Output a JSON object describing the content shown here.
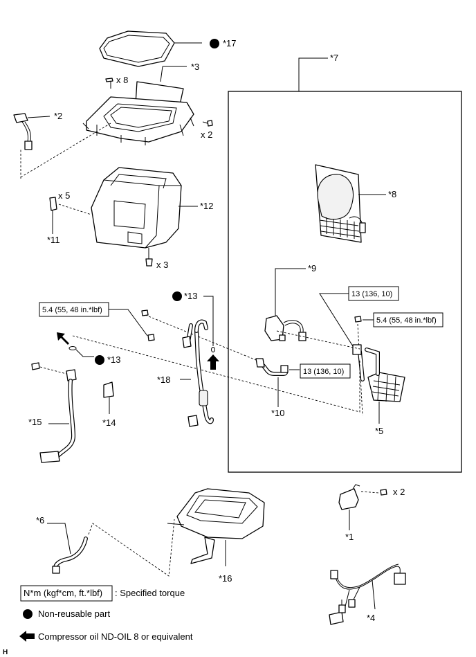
{
  "parts": {
    "p1": "*1",
    "p2": "*2",
    "p3": "*3",
    "p4": "*4",
    "p5": "*5",
    "p6": "*6",
    "p7": "*7",
    "p8": "*8",
    "p9": "*9",
    "p10": "*10",
    "p11": "*11",
    "p12": "*12",
    "p13a": "*13",
    "p13b": "*13",
    "p14": "*14",
    "p15": "*15",
    "p16": "*16",
    "p17": "*17",
    "p18": "*18"
  },
  "quantities": {
    "q3_x8": "x 8",
    "q3_x2": "x 2",
    "q11_x5": "x 5",
    "q12_x3": "x 3",
    "q1_x2": "x 2"
  },
  "torques": {
    "t1": "5.4 (55, 48 in.*lbf)",
    "t2": "13 (136, 10)",
    "t3": "5.4 (55, 48 in.*lbf)",
    "t4": "13 (136, 10)"
  },
  "legend": {
    "torque_box": "N*m (kgf*cm, ft.*lbf)",
    "torque_text": ": Specified torque",
    "nonreusable_text": "Non-reusable part",
    "oil_text": "Compressor oil ND-OIL 8 or equivalent"
  },
  "corner_mark": "H"
}
